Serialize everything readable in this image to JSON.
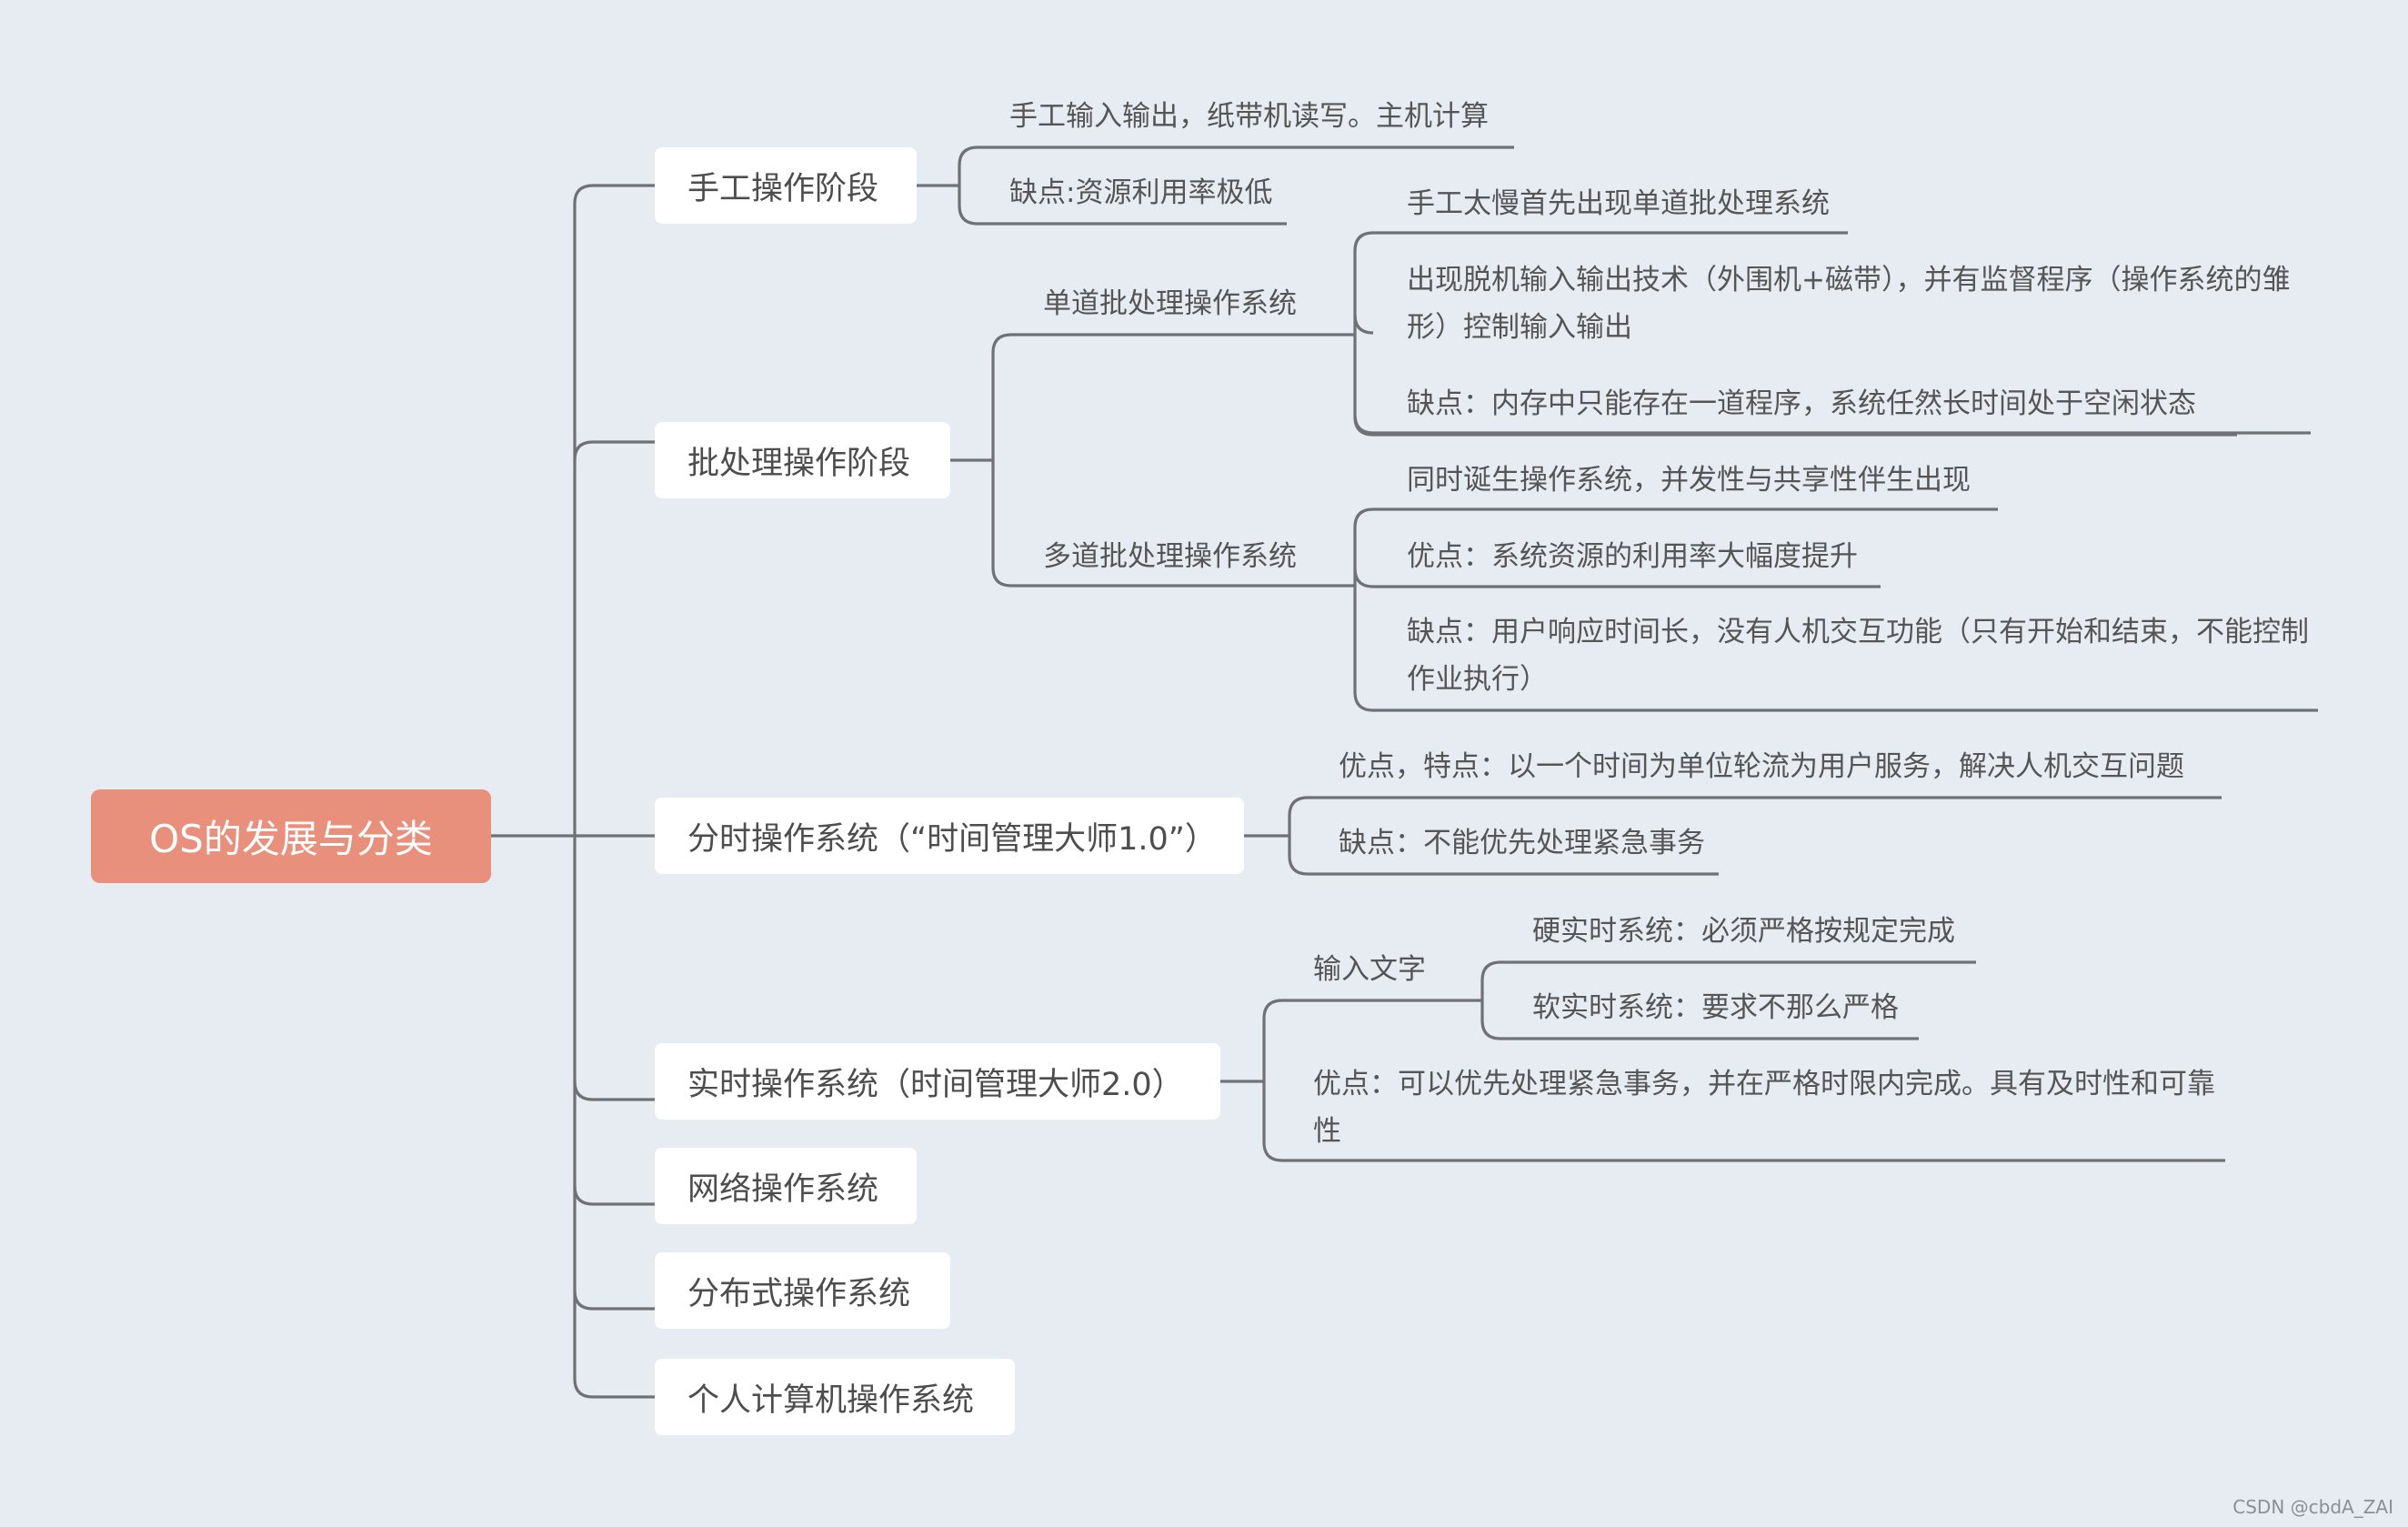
{
  "root": "OS的发展与分类",
  "manual": {
    "label": "手工操作阶段",
    "items": [
      "手工输入输出，纸带机读写。主机计算",
      "缺点:资源利用率极低"
    ]
  },
  "batch": {
    "label": "批处理操作阶段",
    "single": {
      "label": "单道批处理操作系统",
      "items": [
        "手工太慢首先出现单道批处理系统",
        "出现脱机输入输出技术（外围机+磁带），并有监督程序（操作系统的雏形）控制输入输出",
        "缺点：内存中只能存在一道程序，系统任然长时间处于空闲状态"
      ]
    },
    "multi": {
      "label": "多道批处理操作系统",
      "items": [
        "同时诞生操作系统，并发性与共享性伴生出现",
        "优点：系统资源的利用率大幅度提升",
        "缺点：用户响应时间长，没有人机交互功能（只有开始和结束，不能控制作业执行）"
      ]
    }
  },
  "timeshare": {
    "label": "分时操作系统（“时间管理大师1.0”）",
    "items": [
      "优点，特点：以一个时间为单位轮流为用户服务，解决人机交互问题",
      "缺点：不能优先处理紧急事务"
    ]
  },
  "realtime": {
    "label": "实时操作系统（时间管理大师2.0）",
    "input": {
      "label": "输入文字",
      "items": [
        "硬实时系统：必须严格按规定完成",
        "软实时系统：要求不那么严格"
      ]
    },
    "advantage": "优点：可以优先处理紧急事务，并在严格时限内完成。具有及时性和可靠性"
  },
  "network": "网络操作系统",
  "distributed": "分布式操作系统",
  "personal": "个人计算机操作系统",
  "watermark": "CSDN @cbdA_ZAI"
}
